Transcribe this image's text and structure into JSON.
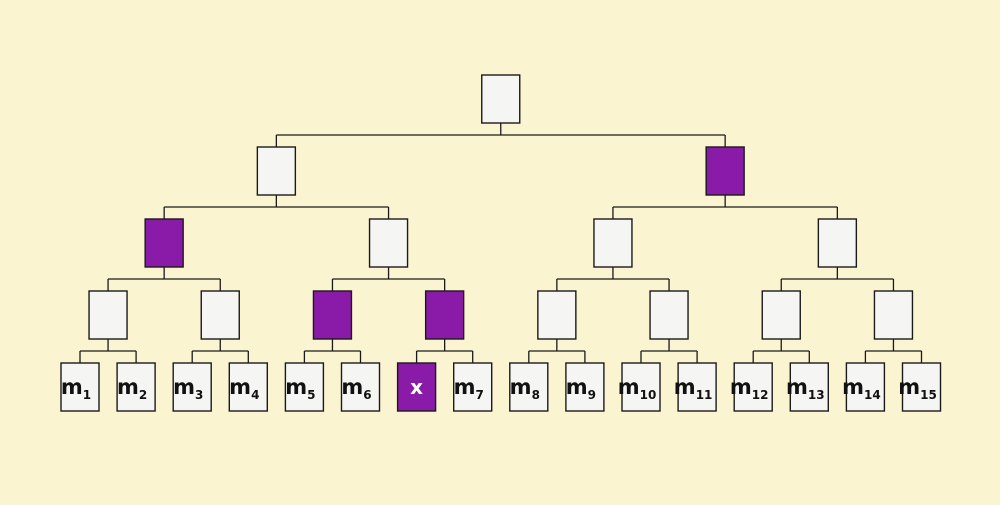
{
  "colors": {
    "background": "#fbf4d1",
    "node_fill": "#f5f5f3",
    "highlight_fill": "#8a1aa8",
    "line": "#1a1a1a"
  },
  "tree": {
    "label": "",
    "children": [
      {
        "label": "",
        "children": [
          {
            "label": "",
            "highlight": true,
            "children": [
              {
                "label": "",
                "children": [
                  {
                    "label": "m",
                    "sub": "1"
                  },
                  {
                    "label": "m",
                    "sub": "2"
                  }
                ]
              },
              {
                "label": "",
                "children": [
                  {
                    "label": "m",
                    "sub": "3"
                  },
                  {
                    "label": "m",
                    "sub": "4"
                  }
                ]
              }
            ]
          },
          {
            "label": "",
            "children": [
              {
                "label": "",
                "highlight": true,
                "children": [
                  {
                    "label": "m",
                    "sub": "5"
                  },
                  {
                    "label": "m",
                    "sub": "6"
                  }
                ]
              },
              {
                "label": "",
                "highlight": true,
                "children": [
                  {
                    "label": "x",
                    "highlight": true
                  },
                  {
                    "label": "m",
                    "sub": "7"
                  }
                ]
              }
            ]
          }
        ]
      },
      {
        "label": "",
        "highlight": true,
        "children": [
          {
            "label": "",
            "children": [
              {
                "label": "",
                "children": [
                  {
                    "label": "m",
                    "sub": "8"
                  },
                  {
                    "label": "m",
                    "sub": "9"
                  }
                ]
              },
              {
                "label": "",
                "children": [
                  {
                    "label": "m",
                    "sub": "10"
                  },
                  {
                    "label": "m",
                    "sub": "11"
                  }
                ]
              }
            ]
          },
          {
            "label": "",
            "children": [
              {
                "label": "",
                "children": [
                  {
                    "label": "m",
                    "sub": "12"
                  },
                  {
                    "label": "m",
                    "sub": "13"
                  }
                ]
              },
              {
                "label": "",
                "children": [
                  {
                    "label": "m",
                    "sub": "14"
                  },
                  {
                    "label": "m",
                    "sub": "15"
                  }
                ]
              }
            ]
          }
        ]
      }
    ]
  }
}
